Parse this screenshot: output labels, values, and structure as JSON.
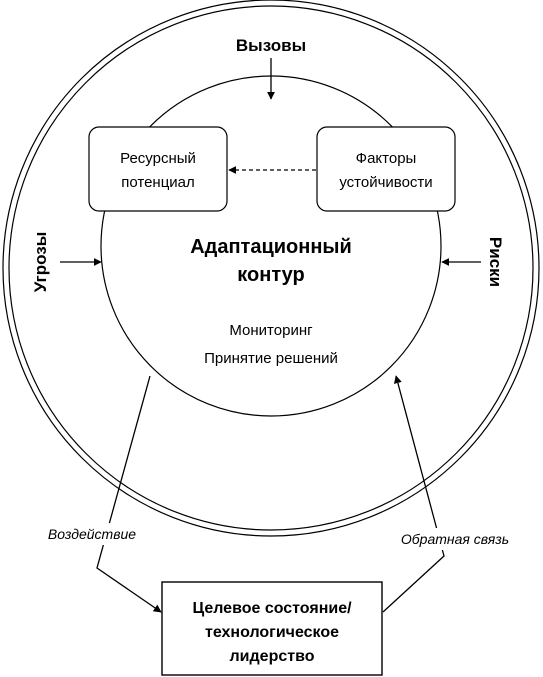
{
  "outer_labels": {
    "top": "Вызовы",
    "left": "Угрозы",
    "right": "Риски"
  },
  "boxes": {
    "resource": [
      "Ресурсный",
      "потенциал"
    ],
    "factors": [
      "Факторы",
      "устойчивости"
    ],
    "target": [
      "Целевое состояние/",
      "технологическое",
      "лидерство"
    ]
  },
  "core": {
    "title": [
      "Адаптационный",
      "контур"
    ],
    "items": [
      "Мониторинг",
      "Принятие решений"
    ]
  },
  "edges": {
    "impact": "Воздействие",
    "feedback": "Обратная связь"
  }
}
